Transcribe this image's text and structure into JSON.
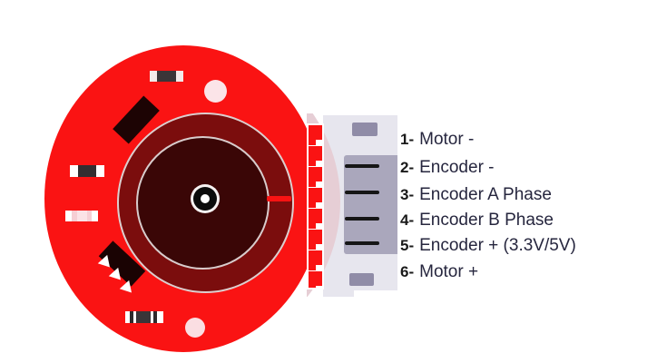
{
  "diagram": {
    "type": "motor-encoder-pinout",
    "pins": [
      {
        "num": "1-",
        "label": "Motor -"
      },
      {
        "num": "2-",
        "label": "Encoder -"
      },
      {
        "num": "3-",
        "label": "Encoder A Phase"
      },
      {
        "num": "4-",
        "label": "Encoder B Phase"
      },
      {
        "num": "5-",
        "label": "Encoder + (3.3V/5V)"
      },
      {
        "num": "6-",
        "label": "Motor +"
      }
    ],
    "pin_count": 6
  },
  "colors": {
    "pcb_red": "#fa1313",
    "motor_ring": "#7b0d0d",
    "motor_inner": "#3a0606",
    "connector_body": "#e7e6ee",
    "connector_block": "#aaa7bc",
    "pin_marker": "#908ca7",
    "pin_line": "#161616",
    "pcb_shadow_pink": "#e6ced5",
    "number_text": "#1a1a1a",
    "label_text": "#26263e",
    "background": "#ffffff"
  }
}
